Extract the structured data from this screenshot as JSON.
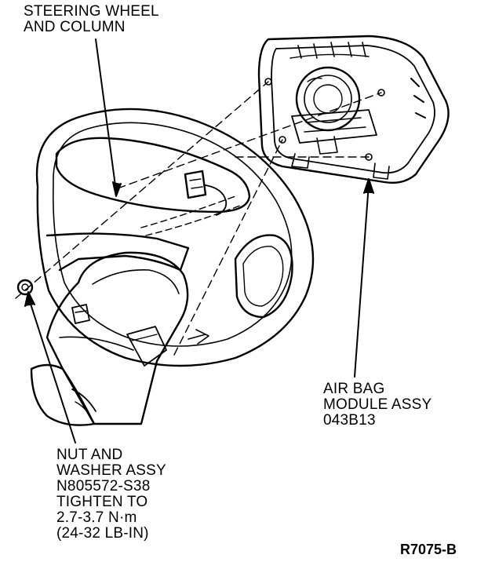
{
  "labels": {
    "steering_wheel": [
      "STEERING WHEEL",
      "AND COLUMN"
    ],
    "air_bag_module": [
      "AIR BAG",
      "MODULE ASSY",
      "043B13"
    ],
    "nut_and_washer": [
      "NUT AND",
      "WASHER ASSY",
      "N805572-S38",
      "TIGHTEN TO",
      "2.7-3.7 N·m",
      "(24-32 LB-IN)"
    ]
  },
  "reference_code": "R7075-B"
}
